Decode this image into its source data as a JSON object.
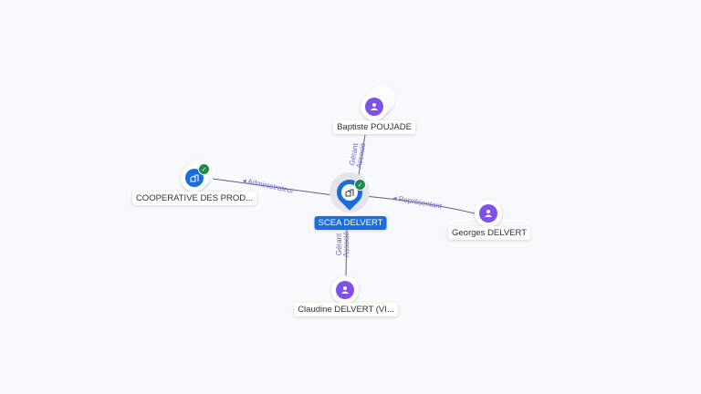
{
  "nodes": {
    "center": {
      "label": "SCEA DELVERT",
      "icon": "building-icon",
      "verified": true
    },
    "baptiste": {
      "label": "Baptiste POUJADE",
      "icon": "person-icon"
    },
    "cooperative": {
      "label": "COOPERATIVE DES PROD...",
      "icon": "building-icon",
      "verified": true
    },
    "georges": {
      "label": "Georges DELVERT",
      "icon": "person-icon"
    },
    "claudine": {
      "label": "Claudine DELVERT (VI..."
    }
  },
  "edges": {
    "baptiste": {
      "line1": "Gérant",
      "line2": "Associé"
    },
    "cooperative": {
      "label": "Administrateur"
    },
    "georges": {
      "label": "Représentant"
    },
    "claudine": {
      "line1": "Gérant",
      "line2": "Associé"
    }
  },
  "colors": {
    "accent": "#1a6de0",
    "person": "#8051e8",
    "edge_label": "#6b63d8",
    "verified": "#1e8a4c"
  }
}
